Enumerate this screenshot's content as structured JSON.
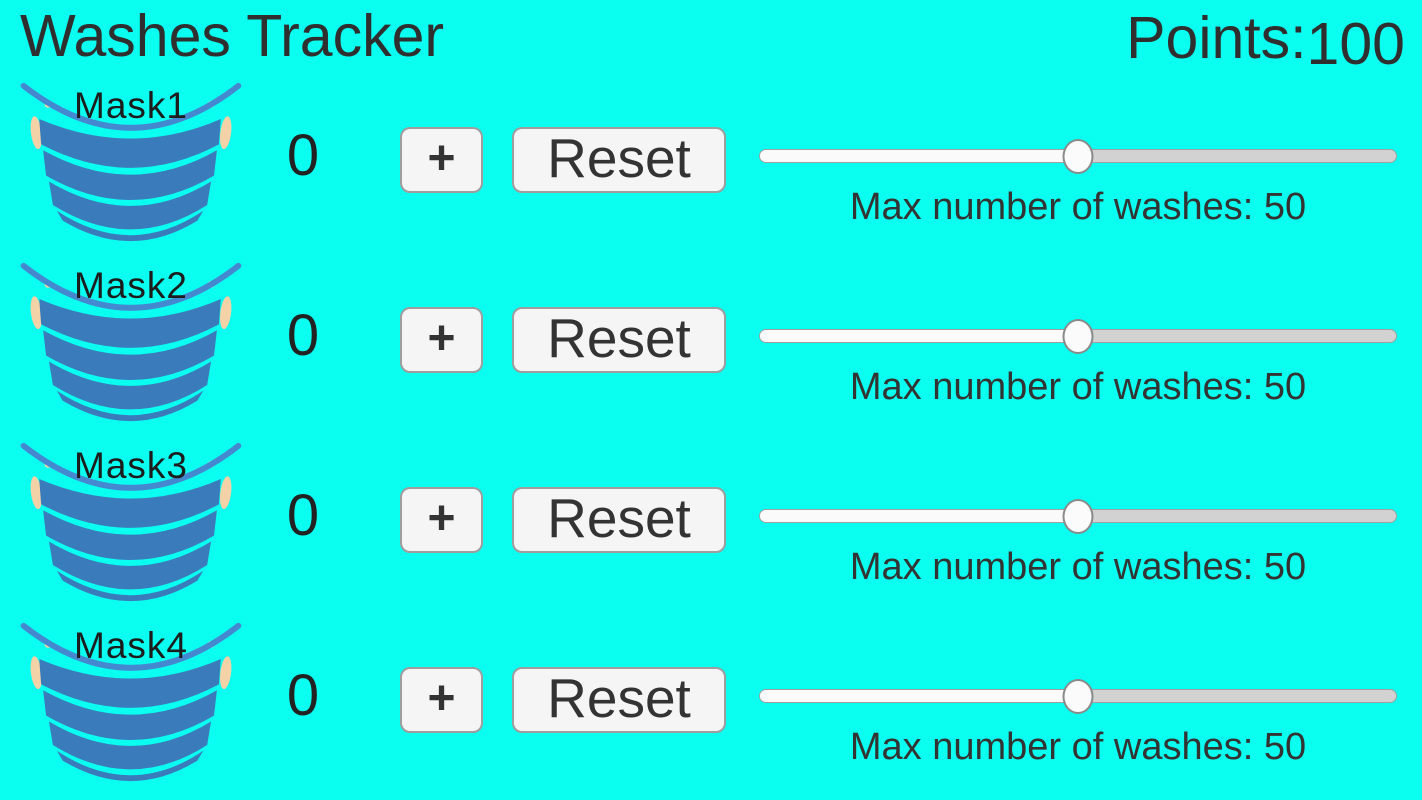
{
  "header": {
    "title": "Washes Tracker",
    "points_label": "Points:",
    "points_value": "100"
  },
  "controls": {
    "increment_label": "+",
    "reset_label": "Reset"
  },
  "masks": [
    {
      "label": "Mask1",
      "count": "0",
      "max_label": "Max number of washes: 50",
      "slider": {
        "value": 50,
        "min": 0,
        "max": 100
      }
    },
    {
      "label": "Mask2",
      "count": "0",
      "max_label": "Max number of washes: 50",
      "slider": {
        "value": 50,
        "min": 0,
        "max": 100
      }
    },
    {
      "label": "Mask3",
      "count": "0",
      "max_label": "Max number of washes: 50",
      "slider": {
        "value": 50,
        "min": 0,
        "max": 100
      }
    },
    {
      "label": "Mask4",
      "count": "0",
      "max_label": "Max number of washes: 50",
      "slider": {
        "value": 50,
        "min": 0,
        "max": 100
      }
    }
  ],
  "icons": [
    {
      "name": "mask-icon",
      "meaning": "surgical face mask illustration"
    }
  ],
  "colors": {
    "background": "#0afff0",
    "text_dark": "#2e2e2e",
    "mask_body": "#3a7cbb",
    "mask_strap": "#4489cf",
    "mask_ear": "#f2d2a6",
    "button_bg": "#f5f5f5",
    "button_border": "#9e9e9e",
    "track_left": "#fafafa",
    "track_right": "#d2d2d2",
    "thumb_bg": "#fbfbfb"
  }
}
